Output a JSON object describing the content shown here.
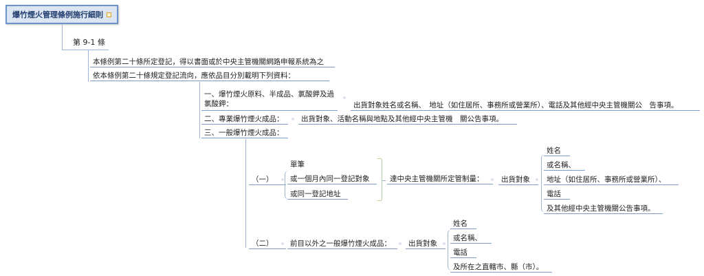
{
  "root": {
    "title": "爆竹煙火管理條例施行細則",
    "has_note": true
  },
  "article": {
    "label": "第 9-1 條"
  },
  "level1": [
    {
      "text": "本條例第二十條所定登記，得以書面或於中央主管機關網路申報系統為之"
    },
    {
      "text": "依本條例第二十條規定登記流向，應依品目分別載明下列資料："
    }
  ],
  "items": [
    {
      "label_line1": "一、爆竹煙火原料、半成品、氯酸鉀及過",
      "label_line2": "氯酸鉀：",
      "detail": "出貨對象姓名或名稱、　地址（如住居所、事務所或營業所）、電話及其他經中央主管機關公　告事項。"
    },
    {
      "label": "二、專業爆竹煙火成品：",
      "detail": "出貨對象、活動名稱與地點及其他經中央主管機　關公告事項。"
    },
    {
      "label": "三、一般爆竹煙火成品："
    }
  ],
  "sub1": {
    "label": "（一）",
    "conditions": [
      "單筆",
      "或一個月內同一登記對象",
      "或同一登記地址"
    ],
    "threshold": "達中央主管機關所定管制量：",
    "target": "出貨對象",
    "fields": [
      "姓名",
      "或名稱、",
      "地址（如住居所、事務所或營業所）、",
      "電話",
      "及其他經中央主管機關公告事項。"
    ]
  },
  "sub2": {
    "label": "（二）",
    "desc": "前目以外之一般爆竹煙火成品：",
    "target": "出貨對象",
    "fields": [
      "姓名",
      "或名稱、",
      "電話",
      "及所在之直轄市、縣（市）。"
    ]
  },
  "colors": {
    "root_bg": "#dce6f2",
    "root_border": "#6b93c9",
    "underline": "#7c9bc9",
    "connector": "#9fb3d4",
    "brace": "#b7cf9a",
    "note": "#e0a030"
  }
}
